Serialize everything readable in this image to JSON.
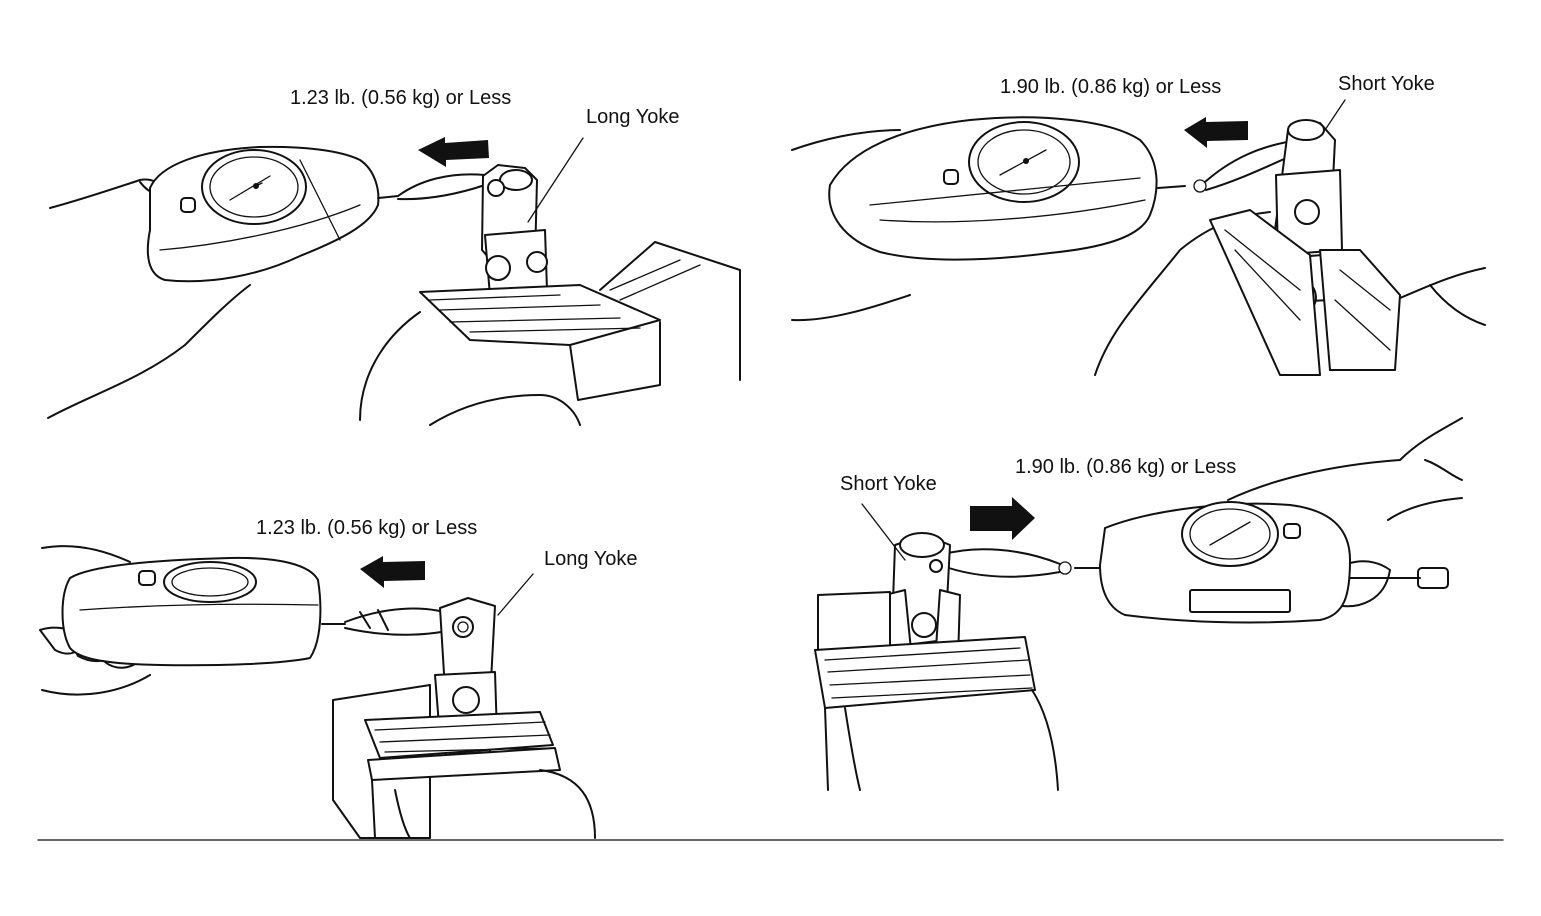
{
  "panels": [
    {
      "id": "top-left",
      "force_label": "1.23 lb. (0.56 kg) or Less",
      "yoke_label": "Long Yoke",
      "arrow_direction": "left"
    },
    {
      "id": "top-right",
      "force_label": "1.90 lb. (0.86 kg) or Less",
      "yoke_label": "Short Yoke",
      "arrow_direction": "left"
    },
    {
      "id": "bottom-left",
      "force_label": "1.23 lb. (0.56 kg) or Less",
      "yoke_label": "Long Yoke",
      "arrow_direction": "left"
    },
    {
      "id": "bottom-right",
      "force_label": "1.90 lb. (0.86 kg) or Less",
      "yoke_label": "Short Yoke",
      "arrow_direction": "right"
    }
  ],
  "colors": {
    "ink": "#111111",
    "paper": "#ffffff"
  },
  "icons": [
    "spring-scale-icon",
    "universal-joint-icon",
    "vise-icon",
    "hand-icon",
    "direction-arrow-icon"
  ]
}
